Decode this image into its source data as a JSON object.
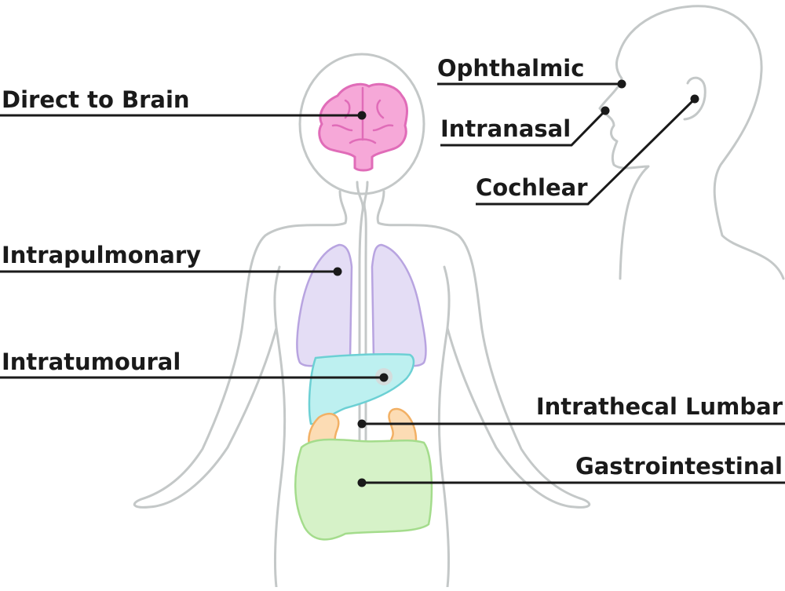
{
  "labels": {
    "direct_to_brain": "Direct to Brain",
    "intrapulmonary": "Intrapulmonary",
    "intratumoural": "Intratumoural",
    "ophthalmic": "Ophthalmic",
    "intranasal": "Intranasal",
    "cochlear": "Cochlear",
    "intrathecal_lumbar": "Intrathecal Lumbar",
    "gastrointestinal": "Gastrointestinal"
  },
  "colors": {
    "body_outline": "#c4c8c8",
    "leader_line": "#1a1a1a",
    "brain_fill": "#f6a8d8",
    "brain_stroke": "#e06cb8",
    "lung_fill": "#e4ddf5",
    "lung_stroke": "#b8a4e0",
    "liver_fill": "#bdf0f0",
    "liver_stroke": "#6cd0d4",
    "kidney_fill": "#fcdcb4",
    "kidney_stroke": "#f2b064",
    "intestine_fill": "#d6f2c8",
    "intestine_stroke": "#a4dc8c",
    "tumour_fill": "#d8d8d8"
  }
}
